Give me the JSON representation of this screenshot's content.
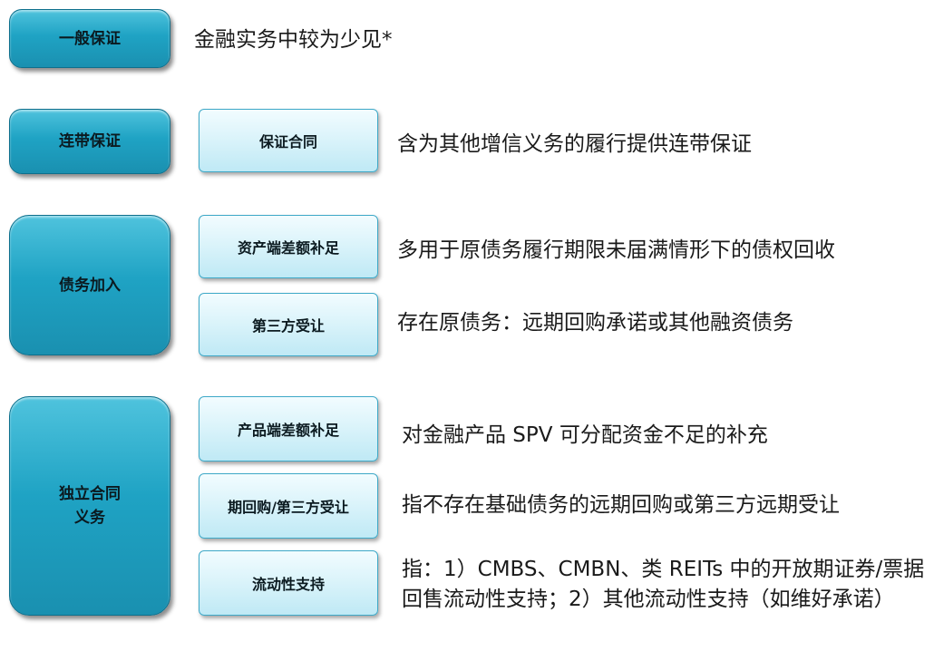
{
  "rows": [
    {
      "category": "一般保证",
      "description": "金融实务中较为少见*"
    },
    {
      "category": "连带保证",
      "sub": "保证合同",
      "description": "含为其他增信义务的履行提供连带保证"
    },
    {
      "category": "债务加入",
      "items": [
        {
          "sub": "资产端差额补足",
          "description": "多用于原债务履行期限未届满情形下的债权回收"
        },
        {
          "sub": "第三方受让",
          "description": "存在原债务：远期回购承诺或其他融资债务"
        }
      ]
    },
    {
      "category_line1": "独立合同",
      "category_line2": "义务",
      "items": [
        {
          "sub": "产品端差额补足",
          "description": "对金融产品 SPV 可分配资金不足的补充"
        },
        {
          "sub": "期回购/第三方受让",
          "description": "指不存在基础债务的远期回购或第三方远期受让"
        },
        {
          "sub": "流动性支持",
          "description": "指：1）CMBS、CMBN、类 REITs 中的开放期证券/票据回售流动性支持；2）其他流动性支持（如维好承诺）"
        }
      ]
    }
  ]
}
